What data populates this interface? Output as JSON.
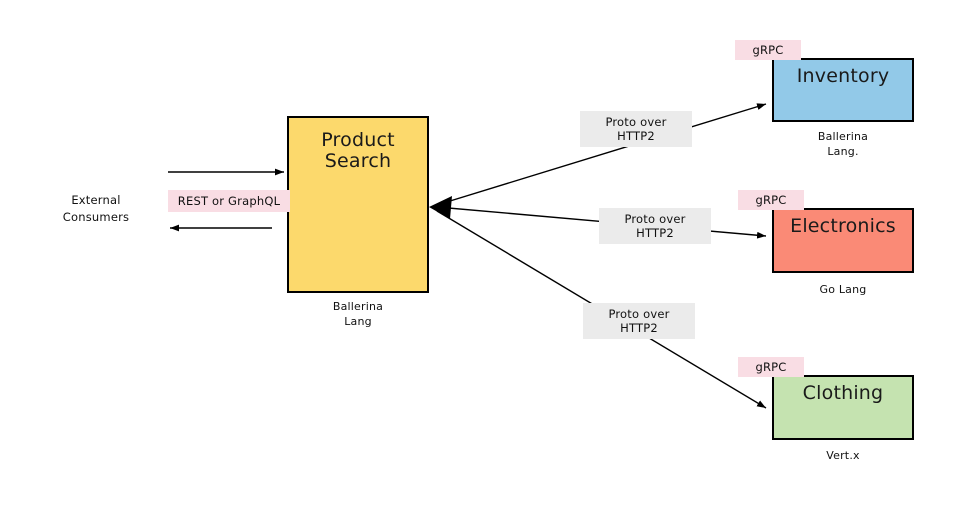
{
  "diagram": {
    "type": "microservices-architecture",
    "background": "#ffffff"
  },
  "actors": [
    {
      "name": "external-consumers",
      "label": "External\nConsumers"
    }
  ],
  "nodes": [
    {
      "name": "product-search",
      "title": "Product\nSearch",
      "caption": "Ballerina\nLang",
      "fill": "#fcd96c",
      "stroke": "#000000"
    },
    {
      "name": "inventory",
      "title": "Inventory",
      "caption": "Ballerina\nLang.",
      "fill": "#92c9e8",
      "stroke": "#000000"
    },
    {
      "name": "electronics",
      "title": "Electronics",
      "caption": "Go Lang",
      "fill": "#fa8a76",
      "stroke": "#000000"
    },
    {
      "name": "clothing",
      "title": "Clothing",
      "caption": "Vert.x",
      "fill": "#c5e3b0",
      "stroke": "#000000"
    }
  ],
  "edge_labels": [
    {
      "name": "rest-or-graphql",
      "text": "REST or GraphQL",
      "style": "pink",
      "color": "#f9dde4"
    },
    {
      "name": "proto-over-http2-inventory",
      "text": "Proto over\nHTTP2",
      "style": "grey",
      "color": "#ebebeb"
    },
    {
      "name": "proto-over-http2-electronics",
      "text": "Proto over\nHTTP2",
      "style": "grey",
      "color": "#ebebeb"
    },
    {
      "name": "proto-over-http2-clothing",
      "text": "Proto over\nHTTP2",
      "style": "grey",
      "color": "#ebebeb"
    },
    {
      "name": "grpc-inventory",
      "text": "gRPC",
      "style": "pink",
      "color": "#f9dde4"
    },
    {
      "name": "grpc-electronics",
      "text": "gRPC",
      "style": "pink",
      "color": "#f9dde4"
    },
    {
      "name": "grpc-clothing",
      "text": "gRPC",
      "style": "pink",
      "color": "#f9dde4"
    }
  ]
}
